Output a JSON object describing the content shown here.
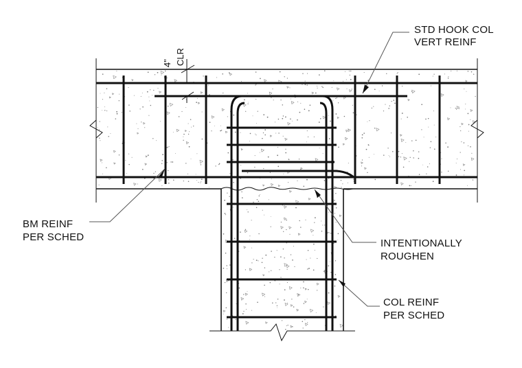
{
  "labels": {
    "std_hook": [
      "STD HOOK COL",
      "VERT REINF"
    ],
    "bm_reinf": [
      "BM REINF",
      "PER SCHED"
    ],
    "roughen": [
      "INTENTIONALLY",
      "ROUGHEN"
    ],
    "col_reinf": [
      "COL REINF",
      "PER SCHED"
    ],
    "clear_dim": "4\"",
    "clear_abbr": "CLR"
  }
}
